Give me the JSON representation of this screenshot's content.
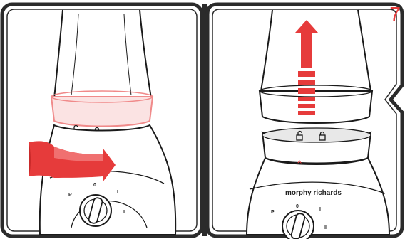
{
  "step": {
    "number": "7",
    "color": "#e63b3b"
  },
  "panels": [
    {
      "id": "panel-left",
      "arrow": "rotate-arrow",
      "arrow_direction": "right"
    },
    {
      "id": "panel-right",
      "arrow": "lift-arrow",
      "arrow_direction": "up"
    }
  ],
  "appliance": {
    "brand": "morphy richards",
    "knob_labels": [
      "P",
      "0",
      "I",
      "II"
    ]
  },
  "colors": {
    "frame": "#2b2b2b",
    "background": "#ffffff",
    "outline": "#1a1a1a",
    "highlight": "#e63b3b",
    "highlight_light": "#f4a0a0"
  }
}
